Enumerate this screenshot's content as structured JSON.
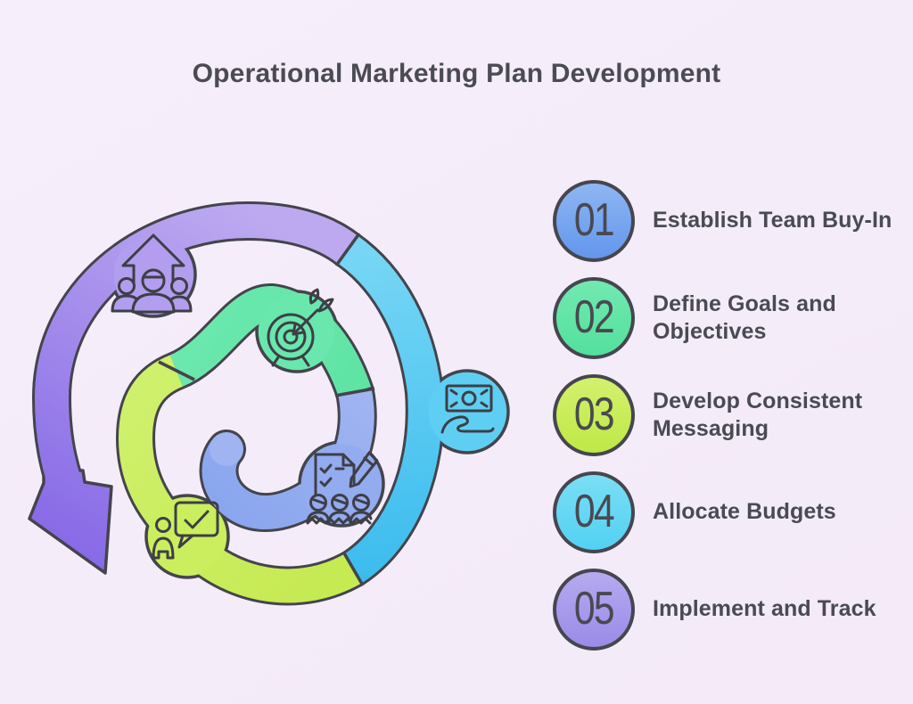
{
  "title": "Operational Marketing Plan Development",
  "steps": [
    {
      "number": "01",
      "label": "Establish Team Buy-In",
      "icon": "team-growth-icon",
      "circle_top": "#8EB6F3",
      "circle_bottom": "#6396EC"
    },
    {
      "number": "02",
      "label": "Define Goals and\nObjectives",
      "icon": "target-icon",
      "circle_top": "#72E9B1",
      "circle_bottom": "#53E09D"
    },
    {
      "number": "03",
      "label": "Develop Consistent\nMessaging",
      "icon": "speech-check-icon",
      "circle_top": "#D4F06E",
      "circle_bottom": "#BEE945"
    },
    {
      "number": "04",
      "label": "Allocate Budgets",
      "icon": "money-hand-icon",
      "circle_top": "#7BDEF5",
      "circle_bottom": "#52D1F2"
    },
    {
      "number": "05",
      "label": "Implement and Track",
      "icon": "checklist-team-icon",
      "circle_top": "#B6AAF0",
      "circle_bottom": "#9A8BE8"
    }
  ],
  "spiral": {
    "outline_color": "#44444C",
    "segments": [
      {
        "name": "purple",
        "color_from": "#BCA9F0",
        "color_to": "#8668E6"
      },
      {
        "name": "cyan",
        "color_from": "#79D7F5",
        "color_to": "#3BBCEE"
      },
      {
        "name": "yellow",
        "color_from": "#CFF06C",
        "color_to": "#C6EA52"
      },
      {
        "name": "green",
        "color_from": "#6BE8AE",
        "color_to": "#5FE4A4"
      },
      {
        "name": "periwinkle",
        "color_from": "#9FB4F1",
        "color_to": "#8AA6EE"
      }
    ]
  },
  "background_color": "#F5ECF9",
  "text_color": "#4B4B54"
}
